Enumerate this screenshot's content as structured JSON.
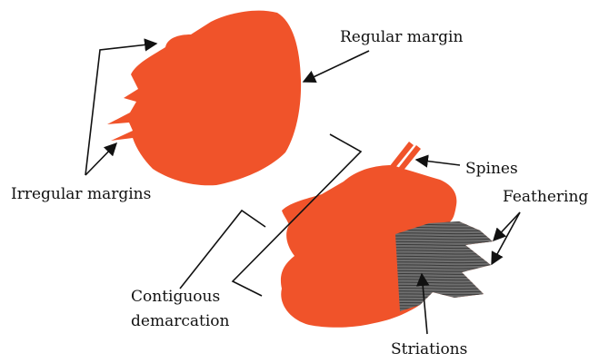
{
  "colors": {
    "stone": "#F0532A",
    "lines": "#111111",
    "striation_fill": "#6E6E6E",
    "striation_lines": "#3A3A3A"
  },
  "labels": {
    "regular_margin": "Regular margin",
    "irregular_margins": "Irregular margins",
    "spines": "Spines",
    "feathering": "Feathering",
    "contiguous_line1": "Contiguous",
    "contiguous_line2": "demarcation",
    "striations": "Striations"
  }
}
